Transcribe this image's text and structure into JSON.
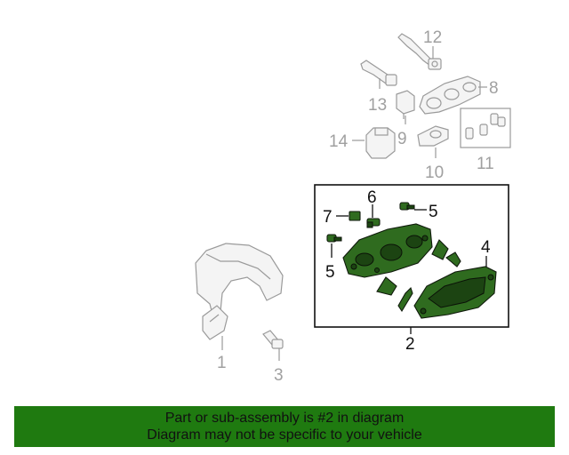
{
  "diagram": {
    "callouts": {
      "c1": "1",
      "c2": "2",
      "c3": "3",
      "c4": "4",
      "c5a": "5",
      "c5b": "5",
      "c6": "6",
      "c7": "7",
      "c8": "8",
      "c9": "9",
      "c10": "10",
      "c11": "11",
      "c12": "12",
      "c13": "13",
      "c14": "14"
    },
    "highlight_color": "#2f6b1f",
    "highlighted_part": "2"
  },
  "banner": {
    "line1": "Part or sub-assembly is #2 in diagram",
    "line2": "Diagram may not be specific to your vehicle",
    "background": "#1f7a10"
  }
}
